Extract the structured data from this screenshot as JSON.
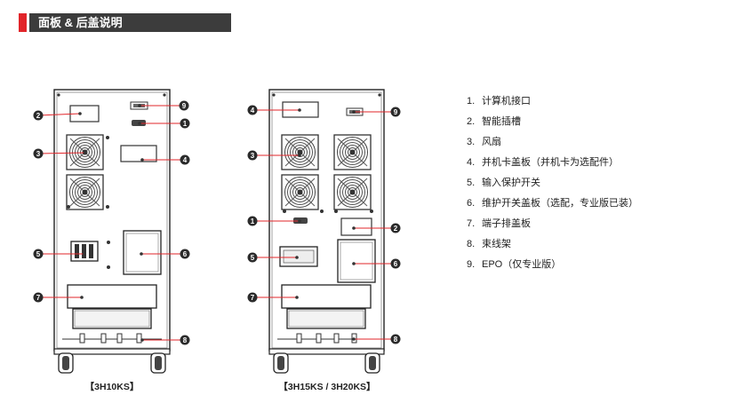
{
  "header": {
    "title": "面板 & 后盖说明"
  },
  "diagram_left": {
    "caption": "【3H10KS】",
    "callouts": [
      "9",
      "1",
      "2",
      "3",
      "4",
      "5",
      "6",
      "7",
      "8"
    ]
  },
  "diagram_right": {
    "caption": "【3H15KS / 3H20KS】",
    "callouts": [
      "4",
      "9",
      "3",
      "1",
      "2",
      "5",
      "6",
      "7",
      "8"
    ]
  },
  "legend": [
    {
      "num": "1.",
      "text": "计算机接口"
    },
    {
      "num": "2.",
      "text": "智能插槽"
    },
    {
      "num": "3.",
      "text": "风扇"
    },
    {
      "num": "4.",
      "text": "并机卡盖板（并机卡为选配件）"
    },
    {
      "num": "5.",
      "text": "输入保护开关"
    },
    {
      "num": "6.",
      "text": "维护开关盖板（选配，专业版已装）"
    },
    {
      "num": "7.",
      "text": "端子排盖板"
    },
    {
      "num": "8.",
      "text": "束线架"
    },
    {
      "num": "9.",
      "text": "EPO（仅专业版）"
    }
  ],
  "colors": {
    "accent": "#e1252a",
    "header_bg": "#3c3c3c",
    "callout_line": "#e1252a",
    "callout_dot": "#333333"
  }
}
